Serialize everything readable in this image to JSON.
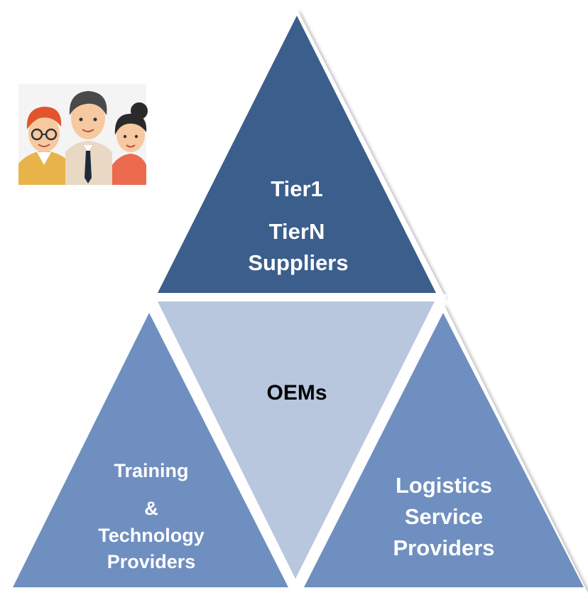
{
  "diagram": {
    "top_triangle": {
      "lines": [
        "Tier1",
        "TierN",
        "Suppliers"
      ]
    },
    "center_triangle": {
      "lines": [
        "OEMs"
      ]
    },
    "left_triangle": {
      "lines": [
        "Training",
        "&",
        "Technology",
        "Providers"
      ]
    },
    "right_triangle": {
      "lines": [
        "Logistics",
        "Service",
        "Providers"
      ]
    },
    "colors": {
      "top": "#3b5e8c",
      "center": "#b8c6de",
      "left": "#6f8fc0",
      "right": "#6f8fc0",
      "light_text": "#ffffff",
      "dark_text": "#000000"
    }
  },
  "illustration": {
    "icon": "people-group-icon"
  }
}
